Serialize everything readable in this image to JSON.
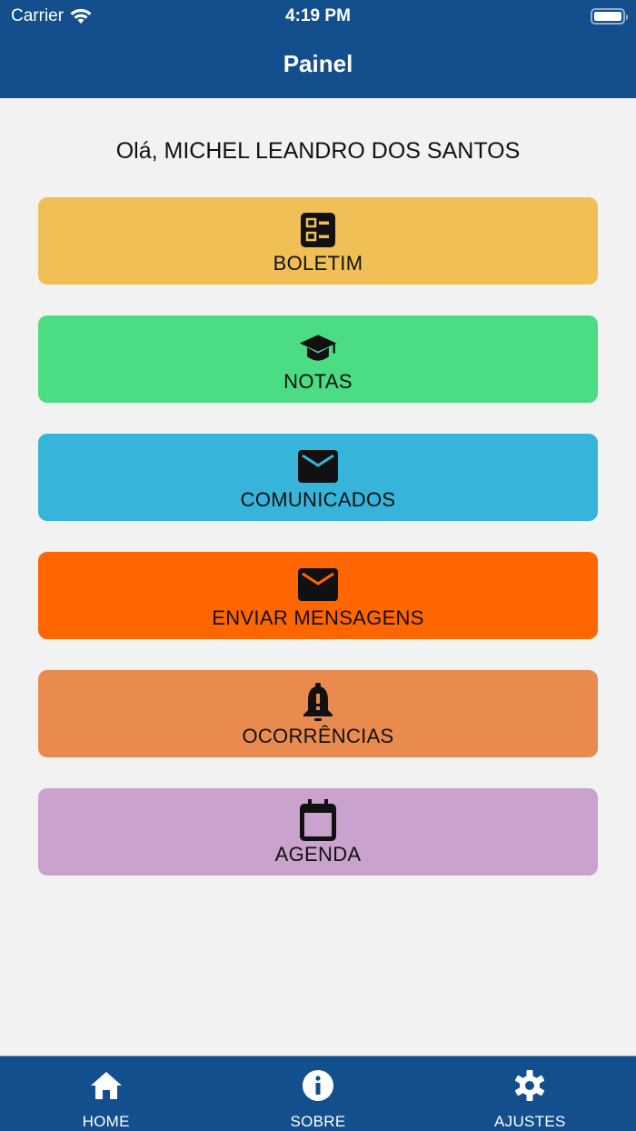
{
  "status_bar": {
    "carrier": "Carrier",
    "time": "4:19 PM",
    "icons": [
      "wifi-icon",
      "battery-icon"
    ]
  },
  "header": {
    "title": "Painel",
    "background": "#124f8c"
  },
  "greeting": "Olá, MICHEL LEANDRO DOS SANTOS",
  "menu": {
    "items": [
      {
        "label": "BOLETIM",
        "icon": "report-list-icon",
        "color": "#f0c057"
      },
      {
        "label": "NOTAS",
        "icon": "graduation-cap-icon",
        "color": "#4bdc84"
      },
      {
        "label": "COMUNICADOS",
        "icon": "envelope-icon",
        "color": "#37b4da"
      },
      {
        "label": "ENVIAR MENSAGENS",
        "icon": "envelope-icon",
        "color": "#ff6600"
      },
      {
        "label": "OCORRÊNCIAS",
        "icon": "bell-alert-icon",
        "color": "#e98b4f"
      },
      {
        "label": "AGENDA",
        "icon": "calendar-icon",
        "color": "#c9a3cd"
      }
    ]
  },
  "tabbar": {
    "items": [
      {
        "label": "HOME",
        "icon": "home-icon"
      },
      {
        "label": "SOBRE",
        "icon": "info-icon"
      },
      {
        "label": "AJUSTES",
        "icon": "gear-icon"
      }
    ]
  }
}
